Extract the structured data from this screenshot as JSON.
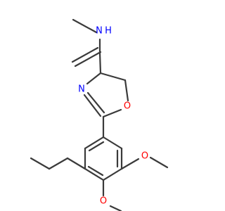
{
  "molecule": {
    "atoms": [
      {
        "id": "n_amine",
        "symbol": "N",
        "suffix": "H",
        "color": "#0000ff"
      },
      {
        "id": "n_ring",
        "symbol": "N",
        "suffix": "",
        "color": "#0000ff"
      },
      {
        "id": "o_ring",
        "symbol": "O",
        "suffix": "",
        "color": "#ff0000"
      },
      {
        "id": "o_meo_upper",
        "symbol": "O",
        "suffix": "",
        "color": "#ff0000"
      },
      {
        "id": "o_meo_lower",
        "symbol": "O",
        "suffix": "",
        "color": "#ff0000"
      }
    ],
    "bond_color": "#3a3a3a",
    "background": "#ffffff"
  }
}
